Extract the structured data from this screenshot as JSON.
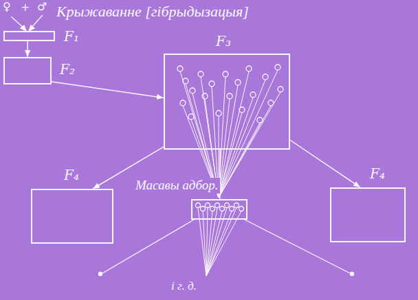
{
  "diagram": {
    "title": "Крыжаванне [гібрыдызацыя]",
    "nodes": [
      {
        "text": [
          "F₁"
        ]
      },
      {
        "text": [
          "F₂"
        ]
      },
      {
        "text": [
          "F₃"
        ]
      },
      {
        "text": [
          "F₄"
        ]
      },
      {
        "text": [
          "F₄"
        ]
      },
      {
        "text": [
          "Масавы адбор."
        ]
      }
    ],
    "edges": [
      {
        "from": 0,
        "to": 1,
        "arrow": "to"
      },
      {
        "from": 1,
        "to": 2,
        "arrow": "to"
      },
      {
        "from": 2,
        "to": 3,
        "arrow": "to"
      },
      {
        "from": 2,
        "to": 4,
        "arrow": "to"
      },
      {
        "from": 2,
        "to": 5,
        "arrow": "none"
      }
    ],
    "labels": [
      "♀",
      "+",
      "♂",
      "і г. д."
    ]
  }
}
